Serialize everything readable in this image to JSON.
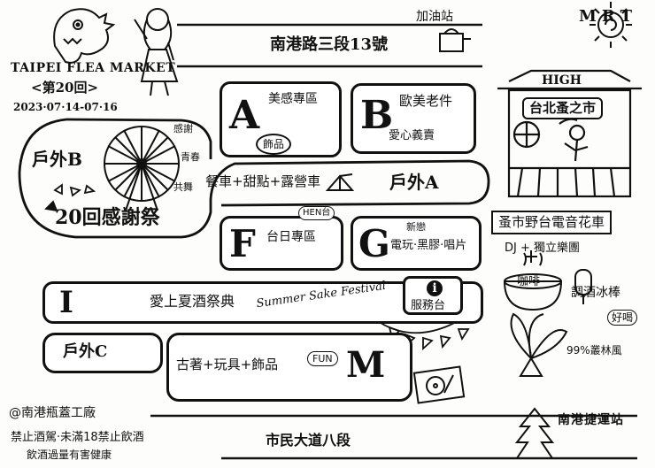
{
  "event": {
    "name": "TAIPEI FLEA MARKET",
    "edition": "<第20回>",
    "dates": "2023·07·14-07·16",
    "thanks": "20回感謝祭",
    "anniversary_words": [
      "感謝",
      "青春",
      "共舞"
    ]
  },
  "roads": {
    "top": "南港路三段13號",
    "bottom": "市民大道八段"
  },
  "landmarks": {
    "gas_station": "加油站",
    "stage_top": "HIGH",
    "stage_name": "台北蚤之市",
    "stage_event": "蚤市野台電音花車",
    "stage_acts": "DJ + 獨立樂團",
    "mrt_letters": "MRT",
    "mrt_station": "南港捷運站",
    "factory": "@南港瓶蓋工廠"
  },
  "zones": {
    "A": {
      "letter": "A",
      "desc": "美感專區",
      "tag": "飾品"
    },
    "B": {
      "letter": "B",
      "desc": "歐美老件",
      "sub": "愛心義賣"
    },
    "outdoor_a": {
      "label": "戶外A",
      "desc": "餐車+甜點+露營車"
    },
    "outdoor_b": {
      "label": "戶外B"
    },
    "F": {
      "letter": "F",
      "desc": "台日專區",
      "tag": "HEN台"
    },
    "G": {
      "letter": "G",
      "sub": "新戀",
      "desc": "電玩·黑膠·唱片"
    },
    "I": {
      "letter": "I",
      "desc": "愛上夏酒祭典",
      "english": "Summer Sake Festival"
    },
    "info": {
      "symbol": "i",
      "desc": "服務台"
    },
    "outdoor_c": {
      "label": "戶外C"
    },
    "M": {
      "letter": "M",
      "desc": "古著+玩具+飾品",
      "tag": "FUN"
    }
  },
  "extras": {
    "coffee": "咖啡",
    "cocktail": "調酒冰棒",
    "good_drink": "好喝",
    "forest": "99%叢林風"
  },
  "notices": {
    "line1": "禁止酒駕·未滿18禁止飲酒",
    "line2": "飲酒過量有害健康"
  }
}
